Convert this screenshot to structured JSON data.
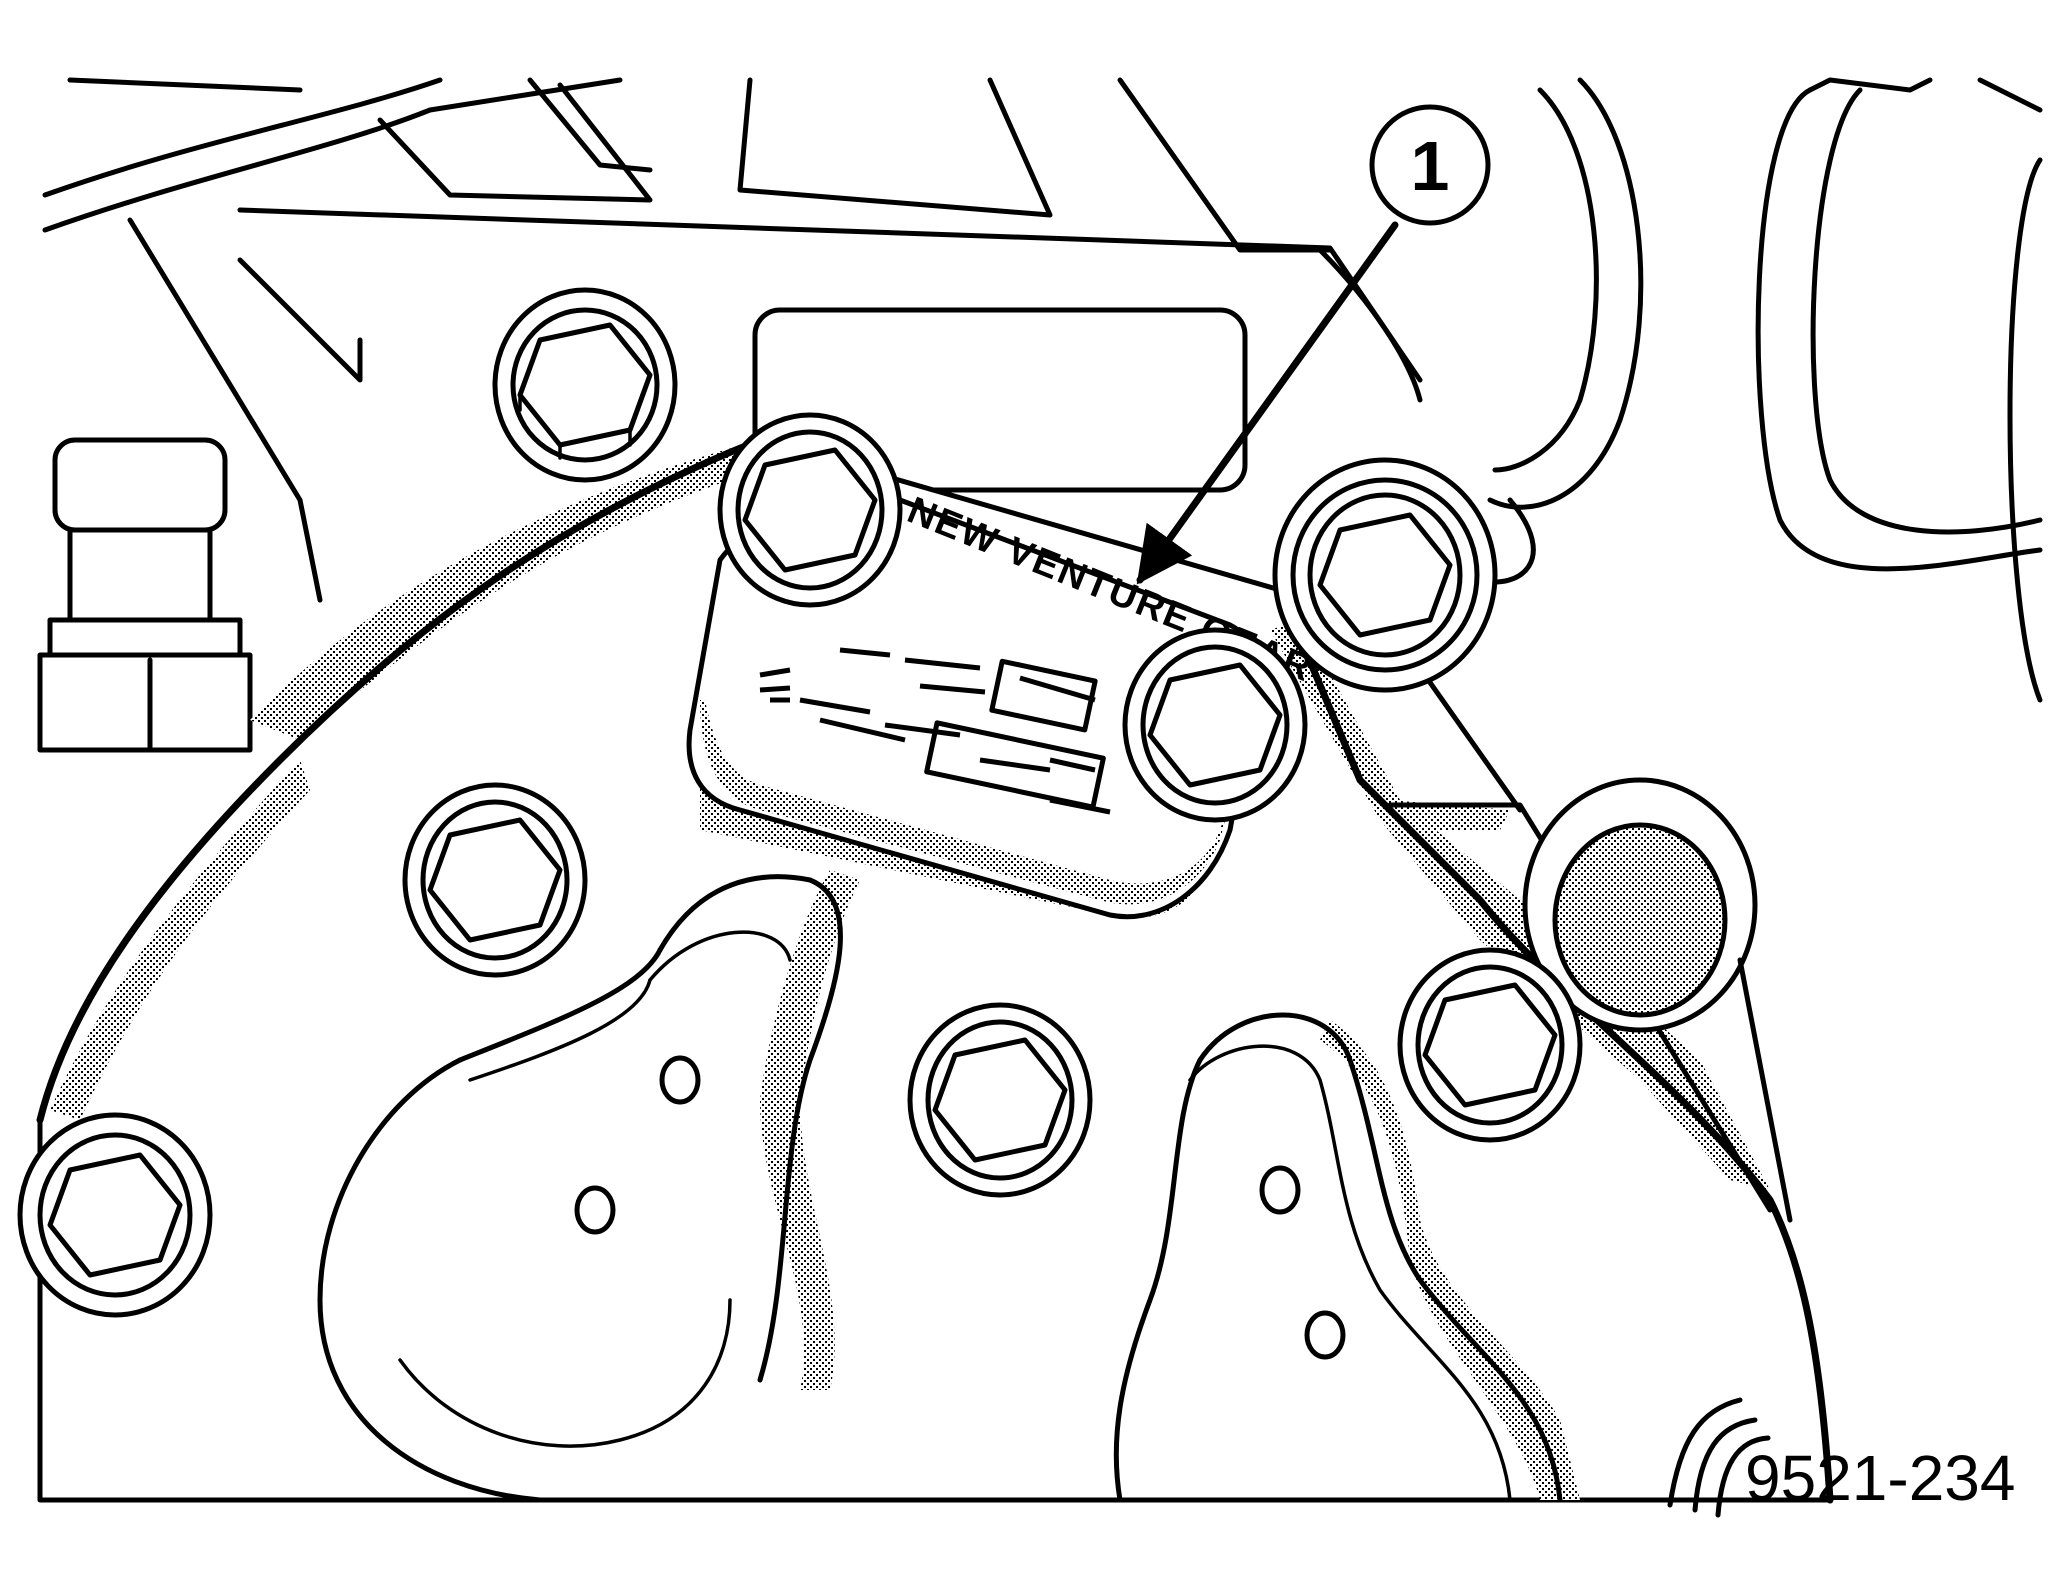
{
  "callout": {
    "number": "1"
  },
  "id_tag": {
    "text": "NEW VENTURE GEAR"
  },
  "figure": {
    "id": "9521-234"
  },
  "colors": {
    "ink": "#000000",
    "paper": "#ffffff"
  },
  "icons": {
    "figure_mark": "figure-reference-mark-icon"
  }
}
